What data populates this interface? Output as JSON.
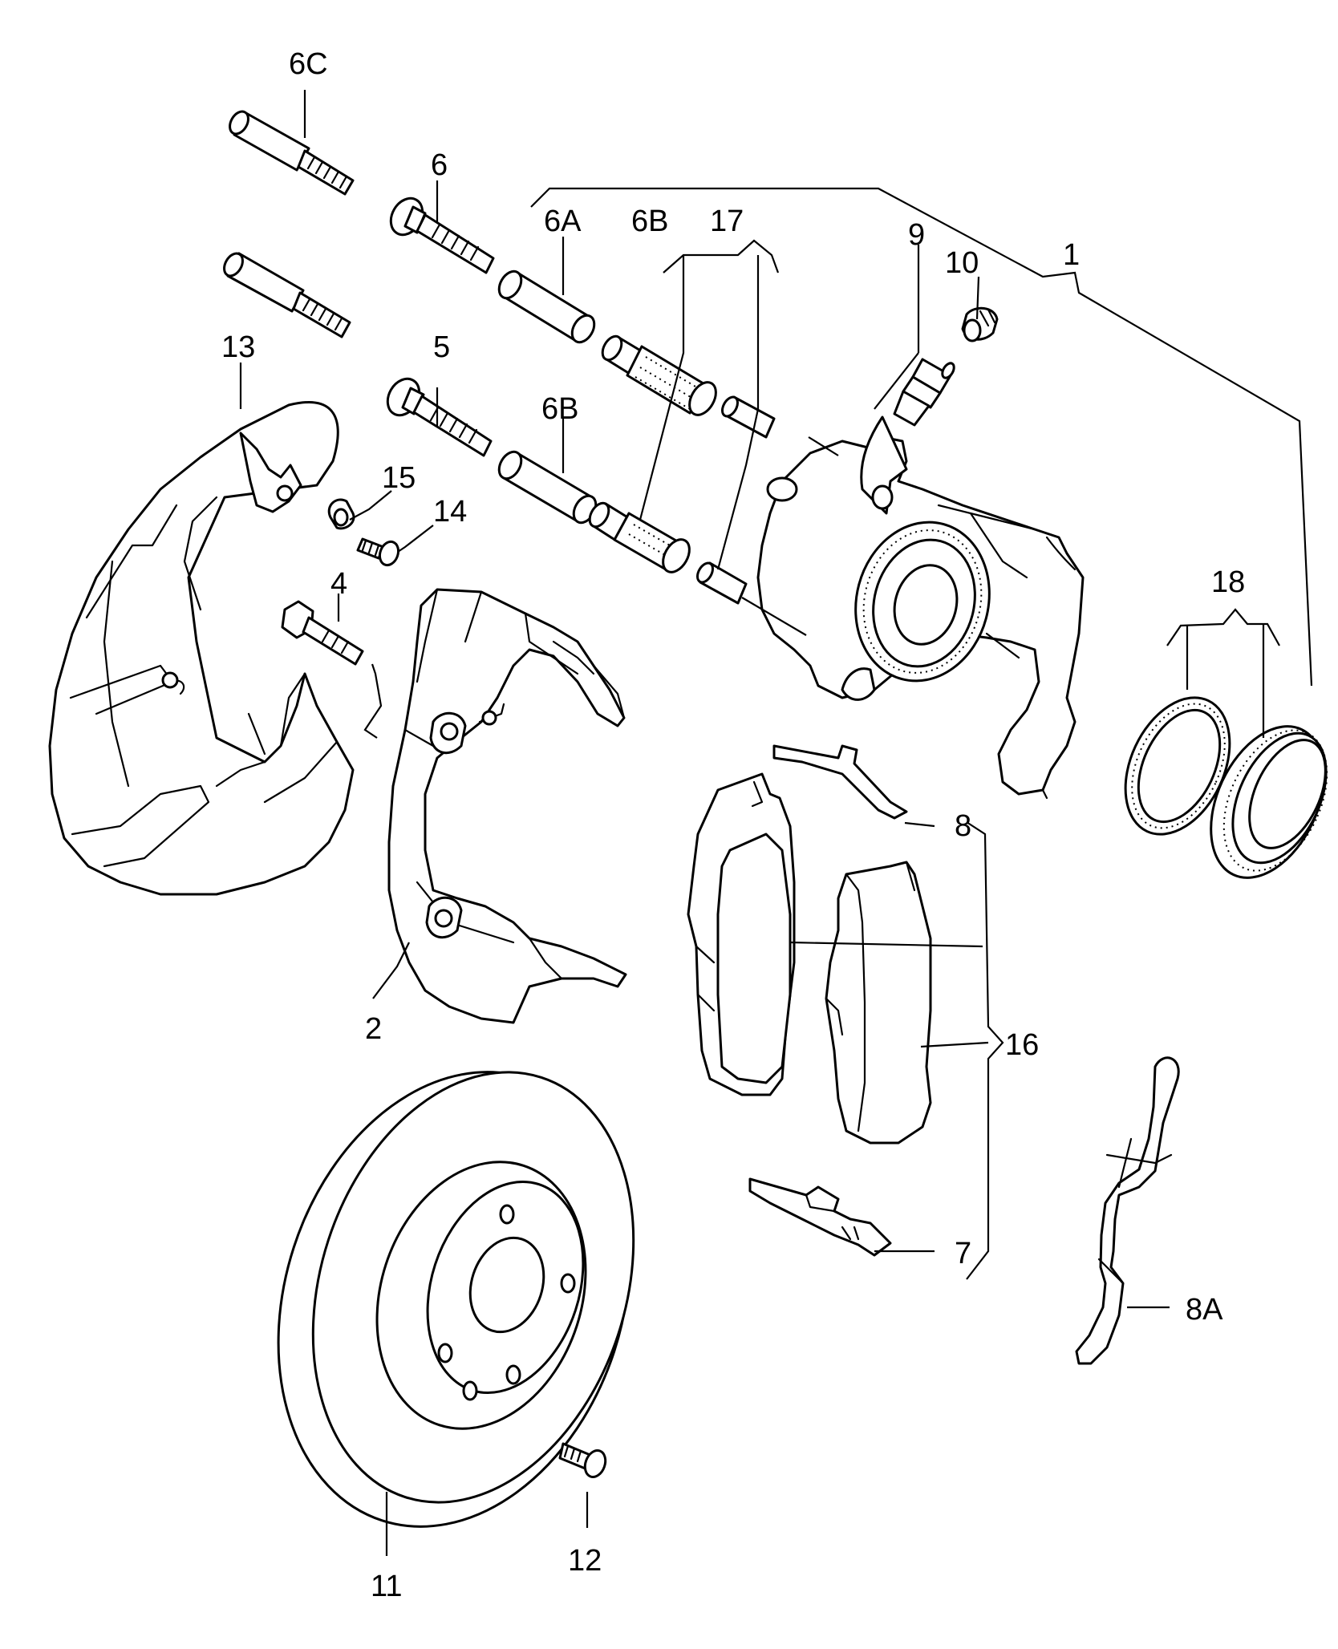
{
  "labels": {
    "l1": "1",
    "l2": "2",
    "l4": "4",
    "l5": "5",
    "l6": "6",
    "l6A": "6A",
    "l6B_top": "6B",
    "l6B_mid": "6B",
    "l6C": "6C",
    "l7": "7",
    "l8": "8",
    "l8A": "8A",
    "l9": "9",
    "l10": "10",
    "l11": "11",
    "l12": "12",
    "l13": "13",
    "l14": "14",
    "l15": "15",
    "l16": "16",
    "l17": "17",
    "l18": "18"
  }
}
